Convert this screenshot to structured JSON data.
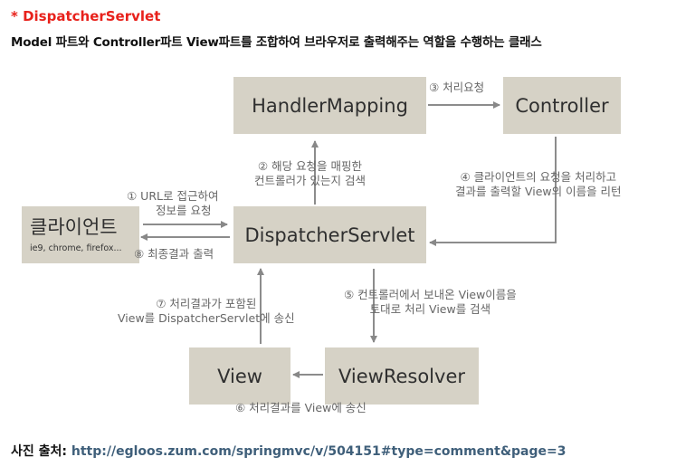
{
  "header": {
    "title": "* DispatcherServlet",
    "description": "Model 파트와 Controller파트 View파트를 조합하여 브라우저로 출력해주는 역할을 수행하는 클래스"
  },
  "diagram": {
    "boxes": {
      "handler_mapping": "HandlerMapping",
      "controller": "Controller",
      "client": "클라이언트",
      "client_sub": "ie9, chrome, firefox...",
      "dispatcher": "DispatcherServlet",
      "view": "View",
      "view_resolver": "ViewResolver"
    },
    "steps": {
      "s1_line1": "① URL로 접근하여",
      "s1_line2": "정보를 요청",
      "s2_line1": "② 해당 요청을 매핑한",
      "s2_line2": "컨트롤러가 있는지 검색",
      "s3": "③ 처리요청",
      "s4_line1": "④ 클라이언트의 요청을 처리하고",
      "s4_line2": "결과를 출력할 View의 이름을 리턴",
      "s5_line1": "⑤ 컨트롤러에서 보내온 View이름을",
      "s5_line2": "토대로 처리 View를 검색",
      "s6": "⑥ 처리결과를 View에 송신",
      "s7_line1": "⑦ 처리결과가 포함된",
      "s7_line2": "View를 DispatcherServlet에 송신",
      "s8": "⑧ 최종결과 출력"
    },
    "colors": {
      "box_fill": "#d6d2c6",
      "arrow": "#888888",
      "title": "#e8211b",
      "link": "#3f5f7a"
    }
  },
  "source": {
    "label": "사진 출처:",
    "url": "http://egloos.zum.com/springmvc/v/504151#type=comment&page=3"
  }
}
